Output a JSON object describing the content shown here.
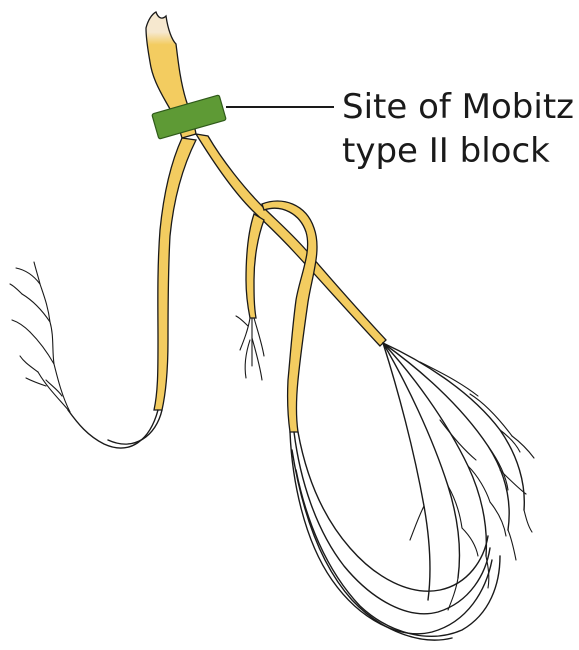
{
  "diagram": {
    "callout": {
      "line1": "Site of Mobitz",
      "line2": "type II block"
    },
    "colors": {
      "his_top": "#f6e8cf",
      "bundle_fill": "#f3cc60",
      "outline": "#1a1a1a",
      "block_marker": "#5e9a35",
      "block_marker_edge": "#2f5a1a",
      "background": "#ffffff"
    },
    "structures": [
      "his-bundle",
      "right-bundle-branch",
      "left-anterior-fascicle",
      "left-septal-fascicle",
      "left-posterior-fascicle",
      "purkinje-fibers",
      "conduction-block-marker"
    ]
  }
}
